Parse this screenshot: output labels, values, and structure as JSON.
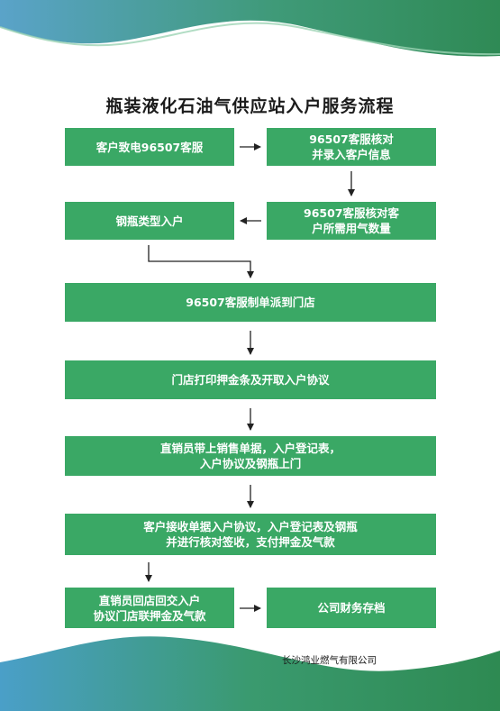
{
  "title": "瓶装液化石油气供应站入户服务流程",
  "steps": {
    "s1": "客户致电96507客服",
    "s2": "96507客服核对\n并录入客户信息",
    "s3": "96507客服核对客\n户所需用气数量",
    "s4": "钢瓶类型入户",
    "s5": "96507客服制单派到门店",
    "s6": "门店打印押金条及开取入户协议",
    "s7": "直销员带上销售单据，入户登记表，\n入户协议及钢瓶上门",
    "s8": "客户接收单据入户协议，入户登记表及钢瓶\n并进行核对签收，支付押金及气款",
    "s9": "直销员回店回交入户\n协议门店联押金及气款",
    "s10": "公司财务存档"
  },
  "footer": "长沙鸿业燃气有限公司",
  "colors": {
    "box": "#3aa865",
    "accent_dark": "#2f7d4f",
    "accent_blue": "#4a9fc8"
  }
}
